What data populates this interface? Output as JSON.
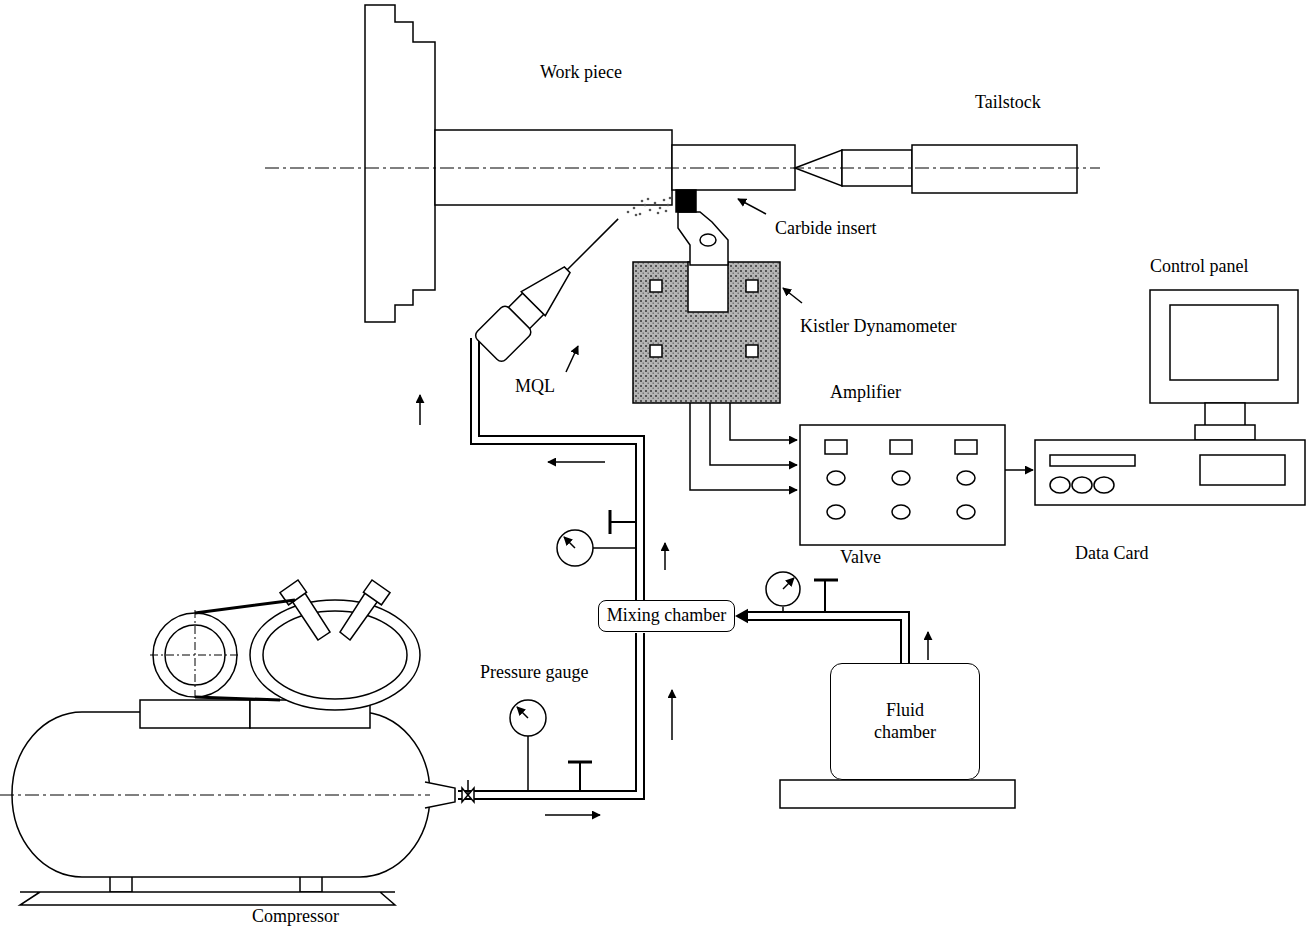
{
  "diagram": {
    "nodes": [
      {
        "text": [
          "Mixing chamber"
        ]
      },
      {
        "text": [
          "Fluid chamber"
        ]
      }
    ],
    "edges": [
      {
        "from": 1,
        "to": 0,
        "arrow": "to"
      }
    ],
    "labels": [
      "Work piece",
      "Tailstock",
      "Carbide insert",
      "Control panel",
      "Kistler Dynamometer",
      "MQL",
      "Amplifier",
      "Data Card",
      "Valve",
      "Pressure gauge",
      "Compressor"
    ]
  }
}
